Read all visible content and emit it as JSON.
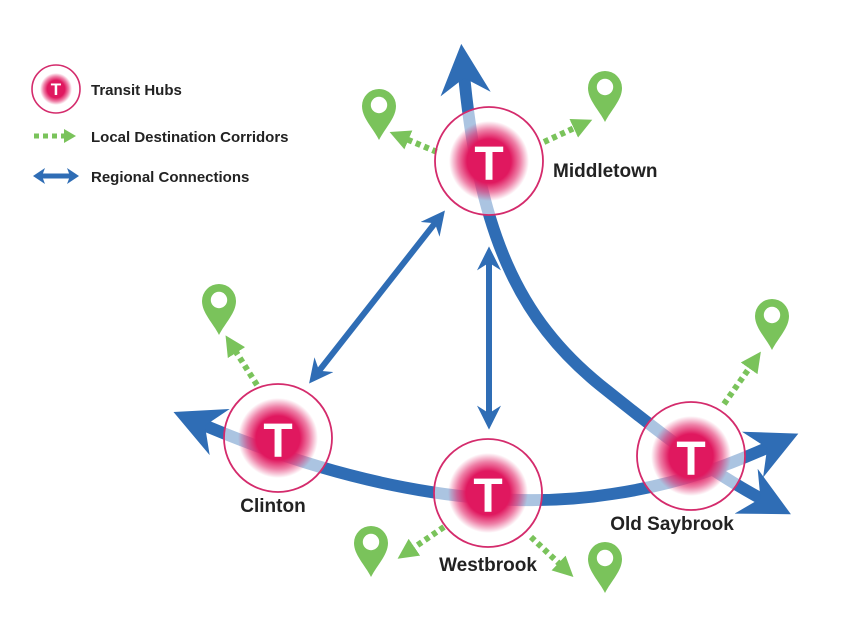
{
  "legend": {
    "hub_icon_letter": "T",
    "transit_hubs": "Transit Hubs",
    "local_corridors": "Local Destination Corridors",
    "regional_connections": "Regional Connections"
  },
  "hubs": {
    "middletown": {
      "letter": "T",
      "name": "Middletown"
    },
    "clinton": {
      "letter": "T",
      "name": "Clinton"
    },
    "westbrook": {
      "letter": "T",
      "name": "Westbrook"
    },
    "old_saybrook": {
      "letter": "T",
      "name": "Old Saybrook"
    }
  },
  "colors": {
    "regional": "#2f6db5",
    "local": "#7ac35b",
    "hub": "#e0185f",
    "hub_ring": "#d42b6c",
    "text": "#222222"
  },
  "icons": [
    "hub-icon",
    "location-pin-icon",
    "dotted-arrow-icon",
    "double-arrow-icon"
  ]
}
